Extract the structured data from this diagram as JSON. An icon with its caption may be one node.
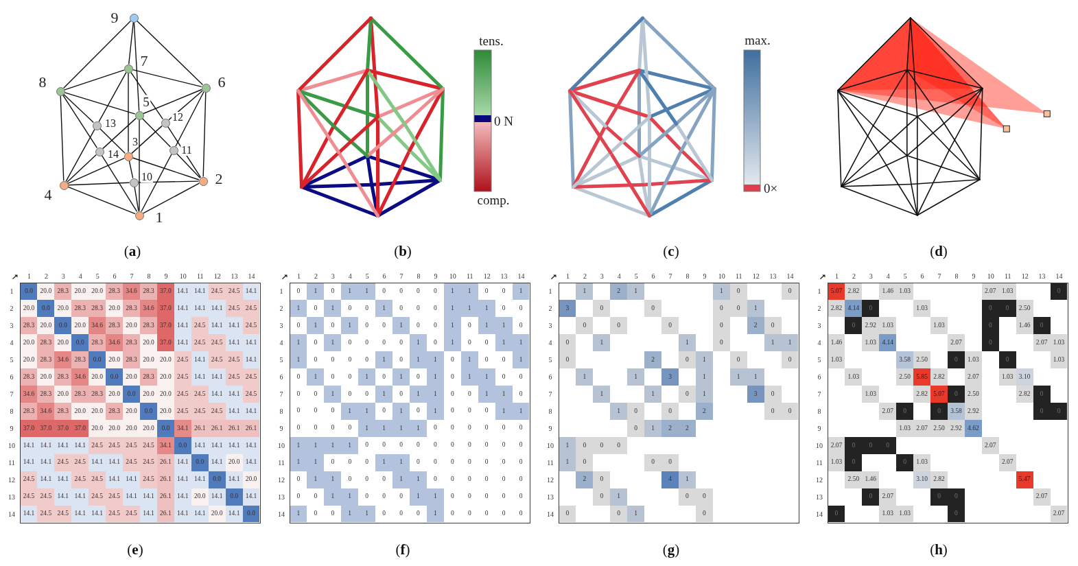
{
  "diagram": {
    "nodes": [
      {
        "text": [],
        "shape": "circle",
        "beside": [
          "9"
        ]
      },
      {
        "text": [],
        "shape": "circle",
        "beside": [
          "7"
        ]
      },
      {
        "text": [],
        "shape": "circle",
        "beside": [
          "8"
        ]
      },
      {
        "text": [],
        "shape": "circle",
        "beside": [
          "6"
        ]
      },
      {
        "text": [],
        "shape": "circle",
        "beside": [
          "13"
        ]
      },
      {
        "text": [],
        "shape": "circle",
        "beside": [
          "5"
        ]
      },
      {
        "text": [],
        "shape": "circle",
        "beside": [
          "12"
        ]
      },
      {
        "text": [],
        "shape": "circle",
        "beside": [
          "14"
        ]
      },
      {
        "text": [],
        "shape": "circle",
        "beside": [
          "3"
        ]
      },
      {
        "text": [],
        "shape": "circle",
        "beside": [
          "11"
        ]
      },
      {
        "text": [],
        "shape": "circle",
        "beside": [
          "4"
        ]
      },
      {
        "text": [],
        "shape": "circle",
        "beside": [
          "10"
        ]
      },
      {
        "text": [],
        "shape": "circle",
        "beside": [
          "2"
        ]
      },
      {
        "text": [],
        "shape": "circle",
        "beside": [
          "1"
        ]
      }
    ],
    "edges": [
      {
        "from": 0,
        "to": 2,
        "arrow": "none"
      },
      {
        "from": 0,
        "to": 1,
        "arrow": "none"
      },
      {
        "from": 0,
        "to": 5,
        "arrow": "none"
      },
      {
        "from": 0,
        "to": 3,
        "arrow": "none"
      },
      {
        "from": 1,
        "to": 2,
        "arrow": "none"
      },
      {
        "from": 1,
        "to": 3,
        "arrow": "none"
      },
      {
        "from": 1,
        "to": 4,
        "arrow": "none"
      },
      {
        "from": 1,
        "to": 6,
        "arrow": "none"
      },
      {
        "from": 1,
        "to": 8,
        "arrow": "none"
      },
      {
        "from": 2,
        "to": 4,
        "arrow": "none"
      },
      {
        "from": 2,
        "to": 5,
        "arrow": "none"
      },
      {
        "from": 2,
        "to": 7,
        "arrow": "none"
      },
      {
        "from": 2,
        "to": 10,
        "arrow": "none"
      },
      {
        "from": 3,
        "to": 5,
        "arrow": "none"
      },
      {
        "from": 3,
        "to": 6,
        "arrow": "none"
      },
      {
        "from": 3,
        "to": 9,
        "arrow": "none"
      },
      {
        "from": 3,
        "to": 12,
        "arrow": "none"
      },
      {
        "from": 4,
        "to": 8,
        "arrow": "none"
      },
      {
        "from": 4,
        "to": 10,
        "arrow": "none"
      },
      {
        "from": 5,
        "to": 7,
        "arrow": "none"
      },
      {
        "from": 5,
        "to": 9,
        "arrow": "none"
      },
      {
        "from": 5,
        "to": 13,
        "arrow": "none"
      },
      {
        "from": 6,
        "to": 8,
        "arrow": "none"
      },
      {
        "from": 6,
        "to": 12,
        "arrow": "none"
      },
      {
        "from": 7,
        "to": 10,
        "arrow": "none"
      },
      {
        "from": 7,
        "to": 13,
        "arrow": "none"
      },
      {
        "from": 8,
        "to": 10,
        "arrow": "none"
      },
      {
        "from": 8,
        "to": 11,
        "arrow": "none"
      },
      {
        "from": 8,
        "to": 12,
        "arrow": "none"
      },
      {
        "from": 9,
        "to": 12,
        "arrow": "none"
      },
      {
        "from": 9,
        "to": 13,
        "arrow": "none"
      },
      {
        "from": 10,
        "to": 11,
        "arrow": "none"
      },
      {
        "from": 10,
        "to": 13,
        "arrow": "none"
      },
      {
        "from": 11,
        "to": 12,
        "arrow": "none"
      },
      {
        "from": 11,
        "to": 13,
        "arrow": "none"
      },
      {
        "from": 12,
        "to": 13,
        "arrow": "none"
      }
    ],
    "labels": [
      "tens.",
      "0 N",
      "comp.",
      "max.",
      "0×",
      "(**a**)",
      "(**b**)",
      "(**c**)",
      "(**d**)",
      "1",
      "2",
      "3",
      "4",
      "5",
      "6",
      "7",
      "8",
      "9",
      "10",
      "11",
      "12",
      "13",
      "14",
      "1",
      "0.0",
      "20.0",
      "28.3",
      "20.0",
      "20.0",
      "28.3",
      "34.6",
      "28.3",
      "37.0",
      "14.1",
      "14.1",
      "24.5",
      "24.5",
      "14.1",
      "2",
      "20.0",
      "0.0",
      "20.0",
      "28.3",
      "28.3",
      "20.0",
      "28.3",
      "34.6",
      "37.0",
      "14.1",
      "14.1",
      "14.1",
      "24.5",
      "24.5",
      "3",
      "28.3",
      "20.0",
      "0.0",
      "20.0",
      "34.6",
      "28.3",
      "20.0",
      "28.3",
      "37.0",
      "14.1",
      "24.5",
      "14.1",
      "14.1",
      "24.5",
      "4",
      "20.0",
      "28.3",
      "20.0",
      "0.0",
      "28.3",
      "34.6",
      "28.3",
      "20.0",
      "37.0",
      "14.1",
      "24.5",
      "24.5",
      "14.1",
      "14.1",
      "5",
      "20.0",
      "28.3",
      "34.6",
      "28.3",
      "0.0",
      "20.0",
      "28.3",
      "20.0",
      "20.0",
      "24.5",
      "14.1",
      "24.5",
      "24.5",
      "14.1",
      "6",
      "28.3",
      "20.0",
      "28.3",
      "34.6",
      "20.0",
      "0.0",
      "20.0",
      "28.3",
      "20.0",
      "24.5",
      "14.1",
      "14.1",
      "24.5",
      "24.5",
      "7",
      "34.6",
      "28.3",
      "20.0",
      "28.3",
      "28.3",
      "20.0",
      "0.0",
      "20.0",
      "20.0",
      "24.5",
      "24.5",
      "14.1",
      "14.1",
      "24.5",
      "8",
      "28.3",
      "34.6",
      "28.3",
      "20.0",
      "20.0",
      "28.3",
      "20.0",
      "0.0",
      "20.0",
      "24.5",
      "24.5",
      "24.5",
      "14.1",
      "14.1",
      "9",
      "37.0",
      "37.0",
      "37.0",
      "37.0",
      "20.0",
      "20.0",
      "20.0",
      "20.0",
      "0.0",
      "34.1",
      "26.1",
      "26.1",
      "26.1",
      "26.1",
      "10",
      "14.1",
      "14.1",
      "14.1",
      "14.1",
      "24.5",
      "24.5",
      "24.5",
      "24.5",
      "34.1",
      "0.0",
      "14.1",
      "14.1",
      "14.1",
      "14.1",
      "11",
      "14.1",
      "14.1",
      "24.5",
      "24.5",
      "14.1",
      "14.1",
      "24.5",
      "24.5",
      "26.1",
      "14.1",
      "0.0",
      "14.1",
      "20.0",
      "14.1",
      "12",
      "24.5",
      "14.1",
      "14.1",
      "24.5",
      "24.5",
      "14.1",
      "14.1",
      "24.5",
      "26.1",
      "14.1",
      "14.1",
      "0.0",
      "14.1",
      "20.0",
      "13",
      "24.5",
      "24.5",
      "14.1",
      "14.1",
      "24.5",
      "24.5",
      "14.1",
      "14.1",
      "26.1",
      "14.1",
      "20.0",
      "14.1",
      "0.0",
      "14.1",
      "14",
      "14.1",
      "24.5",
      "24.5",
      "14.1",
      "14.1",
      "24.5",
      "24.5",
      "14.1",
      "26.1",
      "14.1",
      "14.1",
      "20.0",
      "14.1",
      "0.0",
      "1",
      "2",
      "3",
      "4",
      "5",
      "6",
      "7",
      "8",
      "9",
      "10",
      "11",
      "12",
      "13",
      "14",
      "1",
      "0",
      "1",
      "0",
      "1",
      "1",
      "0",
      "0",
      "0",
      "0",
      "1",
      "1",
      "0",
      "0",
      "1",
      "2",
      "1",
      "0",
      "1",
      "0",
      "0",
      "1",
      "0",
      "0",
      "0",
      "1",
      "1",
      "1",
      "0",
      "0",
      "3",
      "0",
      "1",
      "0",
      "1",
      "0",
      "0",
      "1",
      "0",
      "0",
      "1",
      "0",
      "1",
      "1",
      "0",
      "4",
      "1",
      "0",
      "1",
      "0",
      "0",
      "0",
      "0",
      "1",
      "0",
      "1",
      "0",
      "0",
      "1",
      "1",
      "5",
      "1",
      "0",
      "0",
      "0",
      "0",
      "1",
      "0",
      "1",
      "1",
      "0",
      "1",
      "0",
      "0",
      "1",
      "6",
      "0",
      "1",
      "0",
      "0",
      "1",
      "0",
      "1",
      "0",
      "1",
      "0",
      "1",
      "1",
      "0",
      "0",
      "7",
      "0",
      "0",
      "1",
      "0",
      "0",
      "1",
      "0",
      "1",
      "1",
      "0",
      "0",
      "1",
      "1",
      "0",
      "8",
      "0",
      "0",
      "0",
      "1",
      "1",
      "0",
      "1",
      "0",
      "1",
      "0",
      "0",
      "0",
      "1",
      "1",
      "9",
      "0",
      "0",
      "0",
      "0",
      "1",
      "1",
      "1",
      "1",
      "0",
      "0",
      "0",
      "0",
      "0",
      "0",
      "10",
      "1",
      "1",
      "1",
      "1",
      "0",
      "0",
      "0",
      "0",
      "0",
      "0",
      "0",
      "0",
      "0",
      "0",
      "11",
      "1",
      "1",
      "0",
      "0",
      "0",
      "1",
      "1",
      "0",
      "0",
      "0",
      "0",
      "0",
      "0",
      "0",
      "12",
      "0",
      "1",
      "1",
      "0",
      "0",
      "0",
      "1",
      "1",
      "0",
      "0",
      "0",
      "0",
      "0",
      "0",
      "13",
      "0",
      "0",
      "1",
      "1",
      "0",
      "0",
      "0",
      "1",
      "1",
      "0",
      "0",
      "0",
      "0",
      "0",
      "14",
      "1",
      "0",
      "0",
      "1",
      "1",
      "0",
      "0",
      "0",
      "1",
      "0",
      "0",
      "0",
      "0",
      "0",
      "1",
      "2",
      "3",
      "4",
      "5",
      "6",
      "7",
      "8",
      "9",
      "10",
      "11",
      "12",
      "13",
      "14",
      "1",
      "1",
      "2",
      "1",
      "1",
      "0",
      "0",
      "2",
      "3",
      "0",
      "0",
      "0",
      "0",
      "1",
      "3",
      "0",
      "0",
      "0",
      "0",
      "2",
      "0",
      "4",
      "0",
      "1",
      "1",
      "0",
      "1",
      "1",
      "5",
      "0",
      "2",
      "0",
      "1",
      "0",
      "0",
      "6",
      "1",
      "1",
      "3",
      "1",
      "1",
      "1",
      "7",
      "1",
      "1",
      "0",
      "1",
      "3",
      "0",
      "8",
      "1",
      "0",
      "0",
      "2",
      "0",
      "0",
      "9",
      "0",
      "1",
      "2",
      "2",
      "10",
      "1",
      "0",
      "0",
      "0",
      "11",
      "1",
      "0",
      "0",
      "0",
      "12",
      "2",
      "0",
      "4",
      "1",
      "13",
      "0",
      "1",
      "0",
      "0",
      "14",
      "0",
      "0",
      "1",
      "0",
      "1",
      "2",
      "3",
      "4",
      "5",
      "6",
      "7",
      "8",
      "9",
      "10",
      "11",
      "12",
      "13",
      "14",
      "1",
      "5.07",
      "2.82",
      "1.46",
      "1.03",
      "2.07",
      "1.03",
      "0",
      "2",
      "2.82",
      "4.14",
      "0",
      "1.03",
      "0",
      "0",
      "2.50",
      "3",
      "0",
      "2.92",
      "1.03",
      "1.03",
      "0",
      "1.46",
      "0",
      "4",
      "1.46",
      "1.03",
      "4.14",
      "2.07",
      "0",
      "2.07",
      "1.03",
      "5",
      "1.03",
      "3.58",
      "2.50",
      "0",
      "1.03",
      "0",
      "1.03",
      "6",
      "1.03",
      "2.50",
      "5.85",
      "2.82",
      "2.07",
      "1.03",
      "3.10",
      "7",
      "1.03",
      "2.82",
      "5.07",
      "0",
      "2.50",
      "2.82",
      "0",
      "8",
      "2.07",
      "0",
      "0",
      "3.58",
      "2.92",
      "0",
      "0",
      "9",
      "1.03",
      "2.07",
      "2.50",
      "2.92",
      "4.62",
      "10",
      "2.07",
      "0",
      "0",
      "0",
      "2.07",
      "11",
      "1.03",
      "0",
      "0",
      "1.03",
      "2.07",
      "12",
      "2.50",
      "1.46",
      "3.10",
      "2.82",
      "5.47",
      "13",
      "0",
      "2.07",
      "0",
      "0",
      "2.07",
      "14",
      "0",
      "1.03",
      "1.03",
      "0",
      "2.07",
      "(**e**)",
      "(**f**)",
      "(**g**)",
      "(**h**)"
    ]
  }
}
